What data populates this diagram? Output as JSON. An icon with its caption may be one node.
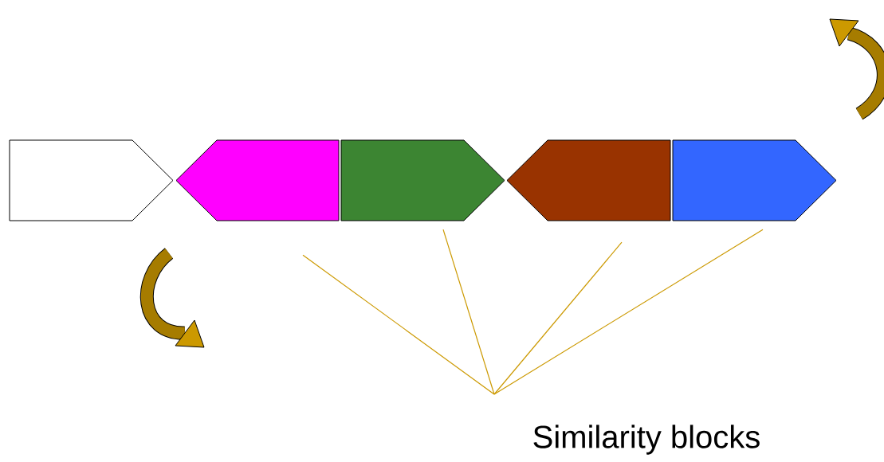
{
  "diagram": {
    "nodes": [
      {
        "text": [],
        "shape": "arrow"
      },
      {
        "text": [],
        "shape": "arrow"
      },
      {
        "text": [],
        "shape": "arrow"
      },
      {
        "text": [],
        "shape": "arrow"
      },
      {
        "text": [],
        "shape": "arrow"
      },
      {
        "text": [
          "Similarity blocks"
        ]
      }
    ],
    "edges": [
      {
        "from": 5,
        "to": 1,
        "arrow": "none"
      },
      {
        "from": 5,
        "to": 2,
        "arrow": "none"
      },
      {
        "from": 5,
        "to": 3,
        "arrow": "none"
      },
      {
        "from": 5,
        "to": 4,
        "arrow": "none"
      }
    ]
  }
}
